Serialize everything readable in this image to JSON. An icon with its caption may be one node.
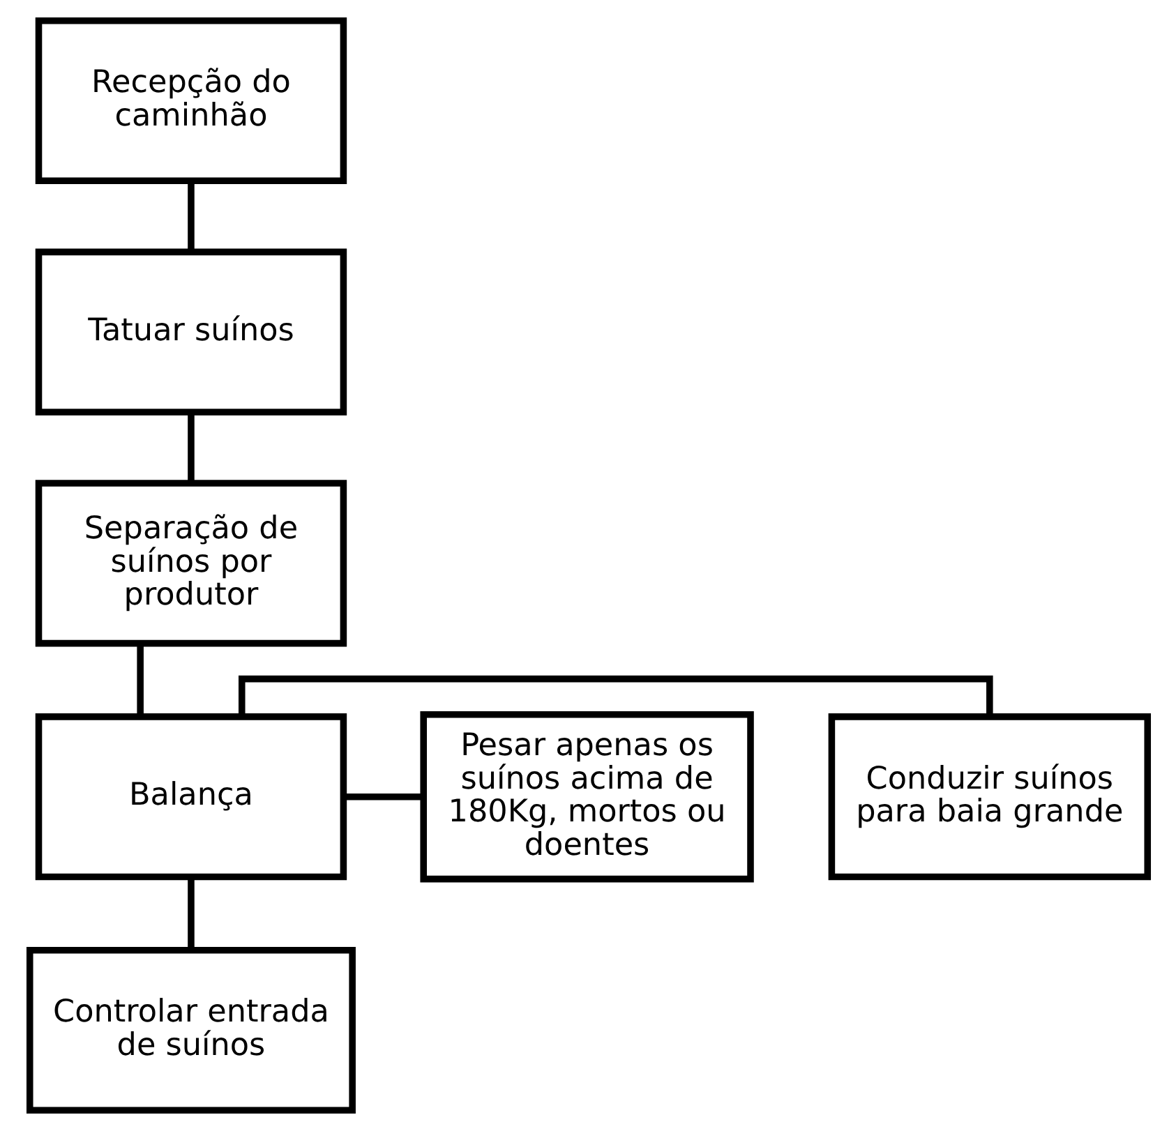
{
  "diagram": {
    "nodes": [
      {
        "text": [
          "Recepção do caminhão"
        ]
      },
      {
        "text": [
          "Tatuar suínos"
        ]
      },
      {
        "text": [
          "Separação de suínos por produtor"
        ]
      },
      {
        "text": [
          "Balança"
        ]
      },
      {
        "text": [
          "Conduzir suínos para baia grande"
        ]
      },
      {
        "text": [
          "Pesar apenas os suínos acima de 180Kg, mortos ou doentes"
        ]
      },
      {
        "text": [
          "Controlar entrada de suínos"
        ]
      }
    ],
    "edges": [
      {
        "from": 0,
        "to": 1,
        "arrow": "none"
      },
      {
        "from": 1,
        "to": 2,
        "arrow": "none"
      },
      {
        "from": 2,
        "to": 3,
        "arrow": "none"
      },
      {
        "from": 3,
        "to": 4,
        "arrow": "none"
      },
      {
        "from": 3,
        "to": 5,
        "arrow": "none"
      },
      {
        "from": 3,
        "to": 6,
        "arrow": "none"
      }
    ]
  }
}
